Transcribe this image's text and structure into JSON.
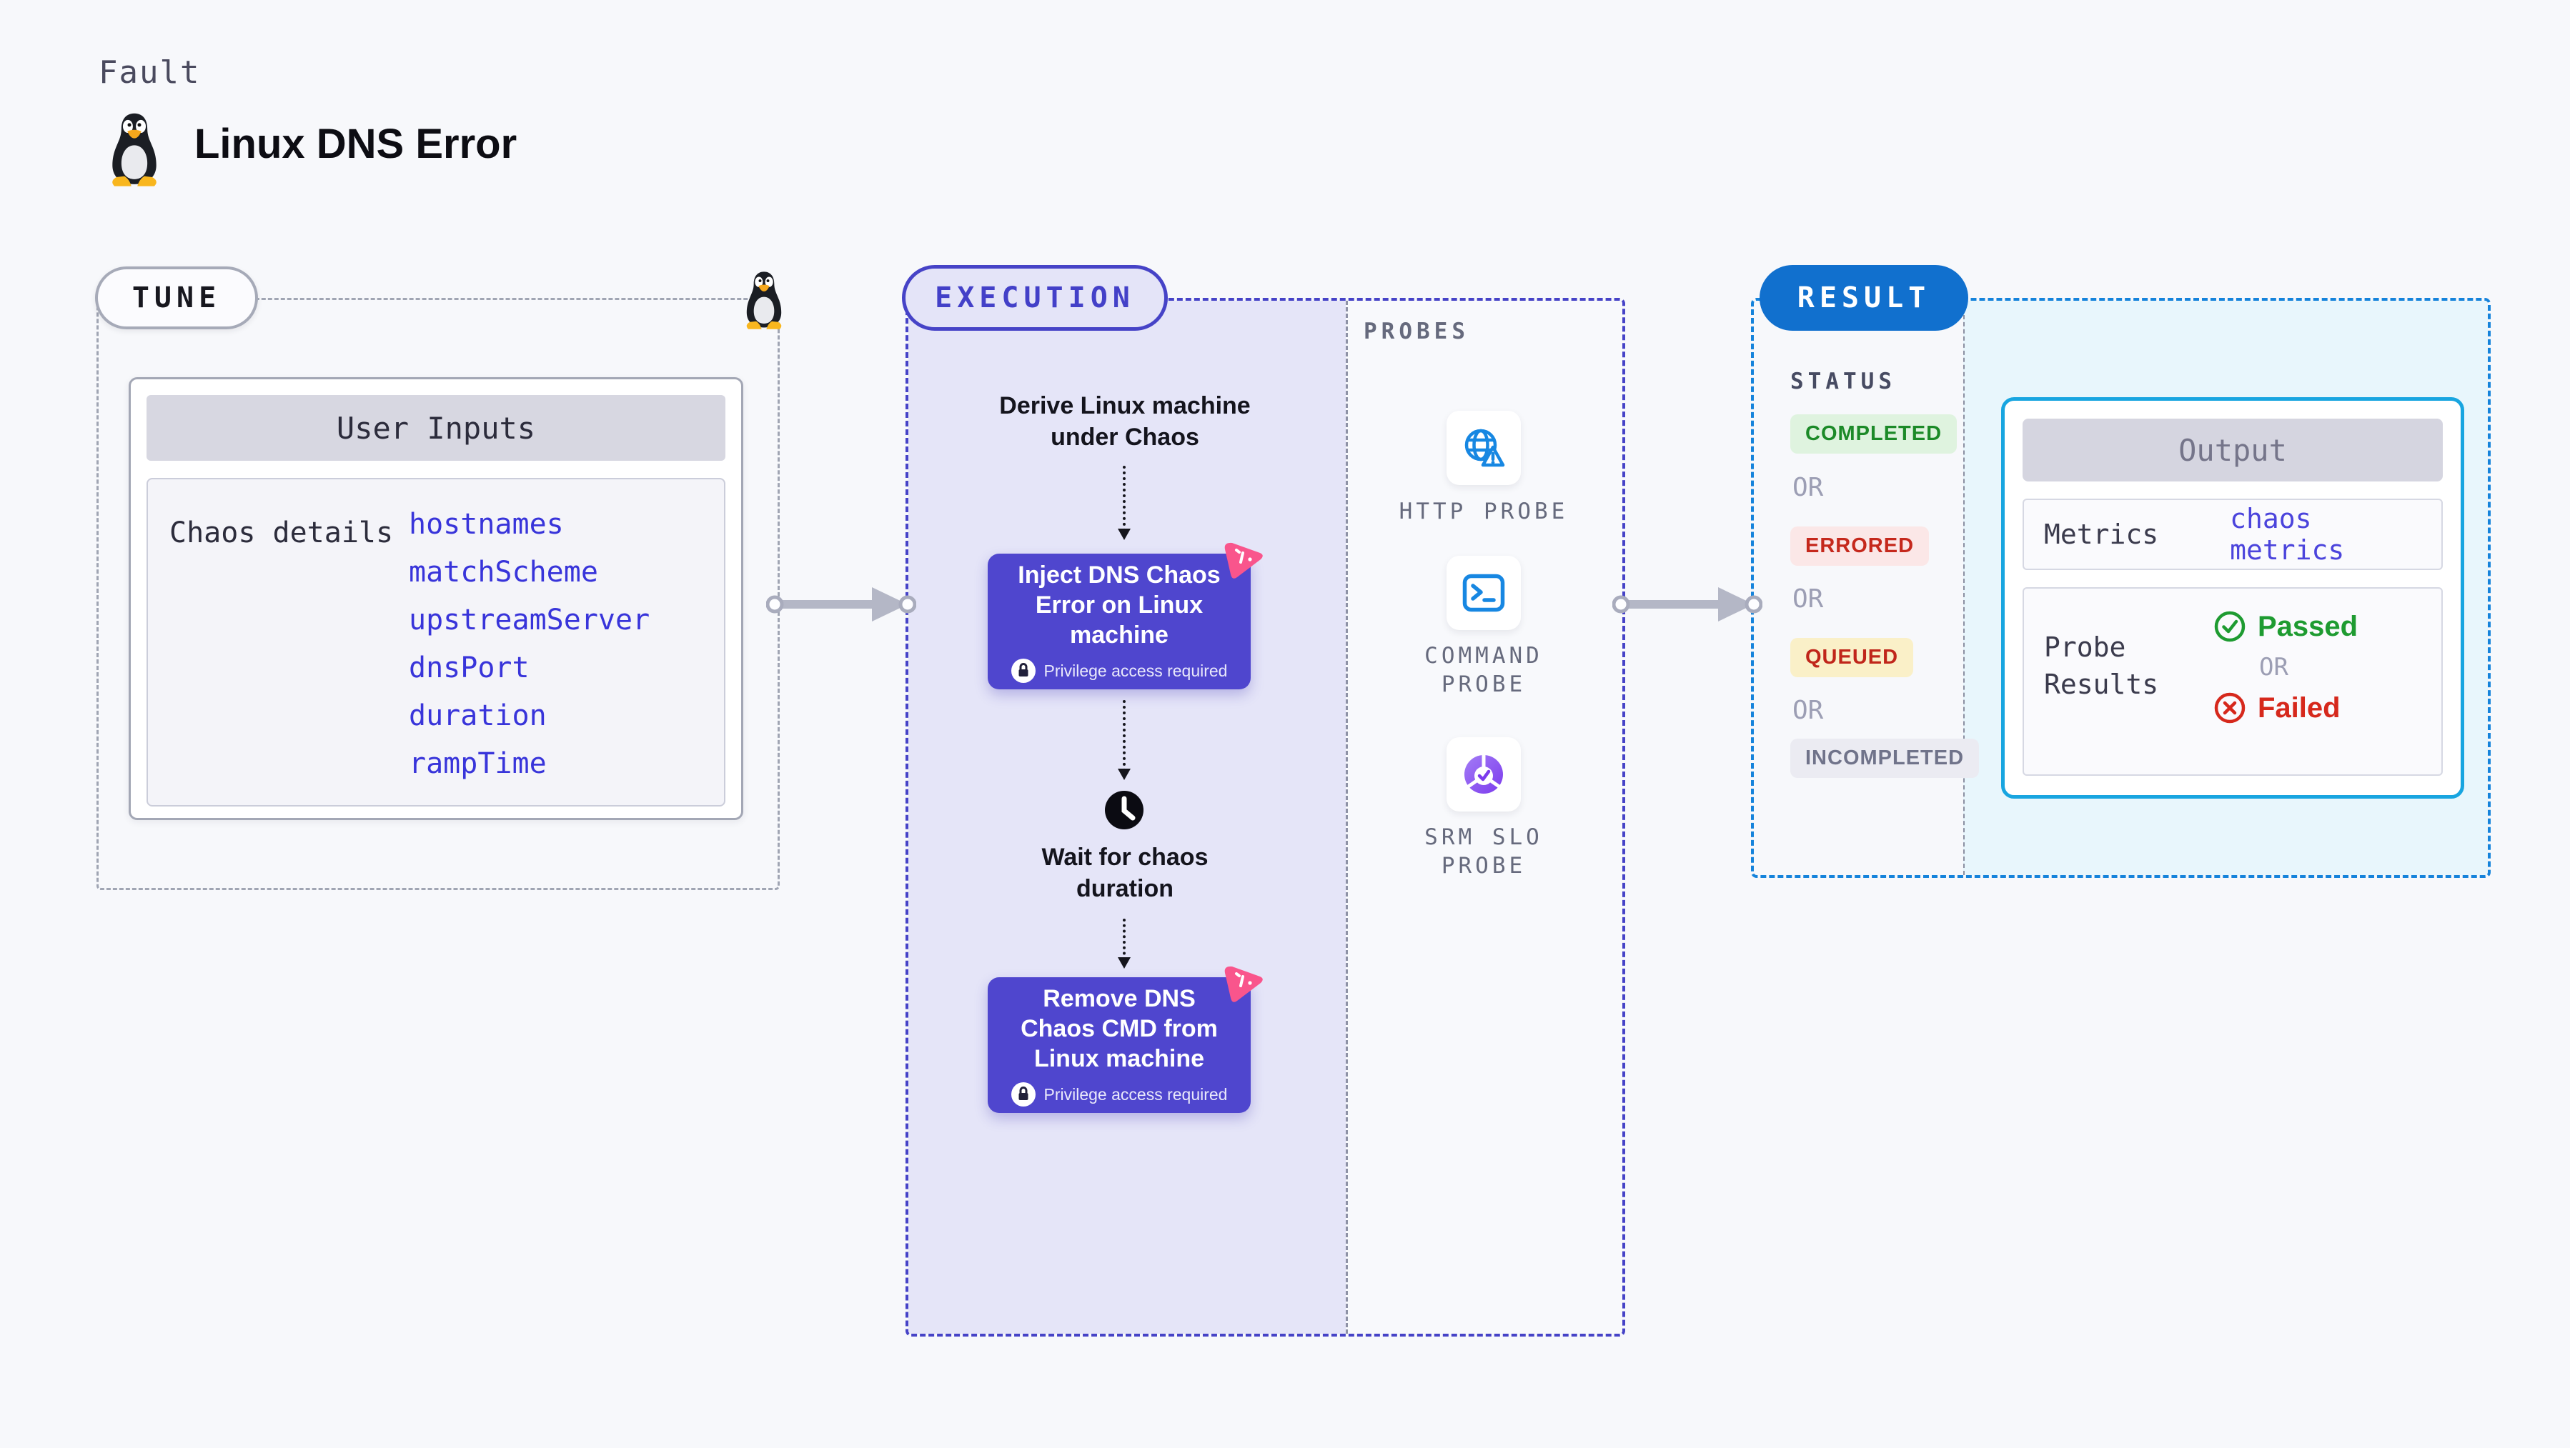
{
  "header": {
    "kind_label": "Fault",
    "title": "Linux DNS Error"
  },
  "tune": {
    "label": "TUNE",
    "card_header": "User Inputs",
    "row_label": "Chaos details",
    "params": [
      "hostnames",
      "matchScheme",
      "upstreamServer",
      "dnsPort",
      "duration",
      "rampTime"
    ]
  },
  "execution": {
    "label": "EXECUTION",
    "derive_text": "Derive Linux machine under Chaos",
    "inject_title": "Inject DNS Chaos Error on Linux machine",
    "privilege_note": "Privilege access required",
    "wait_text": "Wait for chaos duration",
    "remove_title": "Remove DNS Chaos CMD from Linux machine"
  },
  "probes": {
    "label": "PROBES",
    "items": [
      {
        "name": "HTTP PROBE",
        "icon": "globe-alert-icon"
      },
      {
        "name": "COMMAND PROBE",
        "icon": "terminal-icon"
      },
      {
        "name": "SRM SLO PROBE",
        "icon": "slo-donut-check-icon"
      }
    ]
  },
  "result": {
    "label": "RESULT",
    "status_label": "STATUS",
    "or_label": "OR",
    "statuses": [
      {
        "text": "COMPLETED",
        "kind": "success"
      },
      {
        "text": "ERRORED",
        "kind": "error"
      },
      {
        "text": "QUEUED",
        "kind": "queued"
      },
      {
        "text": "INCOMPLETED",
        "kind": "neutral"
      }
    ],
    "output": {
      "header": "Output",
      "metrics_label": "Metrics",
      "metrics_value": "chaos metrics",
      "probe_results_label": "Probe Results",
      "passed_label": "Passed",
      "failed_label": "Failed"
    }
  },
  "colors": {
    "page_background": "#F7F8FB",
    "execution_accent": "#4643C7",
    "execution_fill": "#E5E5F8",
    "result_accent": "#1583DB",
    "result_fill": "#E8F6FC",
    "output_border": "#18A5E0",
    "node_purple": "#4F46CE",
    "probe_blue": "#1787E2",
    "badge_pink": "#F9558C",
    "success_green": "#1E9B31",
    "error_red": "#C5281C",
    "completed_bg": "#DFF3DF",
    "errored_bg": "#FBE7E7",
    "queued_bg": "#FAF0C8",
    "incompleted_bg": "#EBEBF2"
  }
}
